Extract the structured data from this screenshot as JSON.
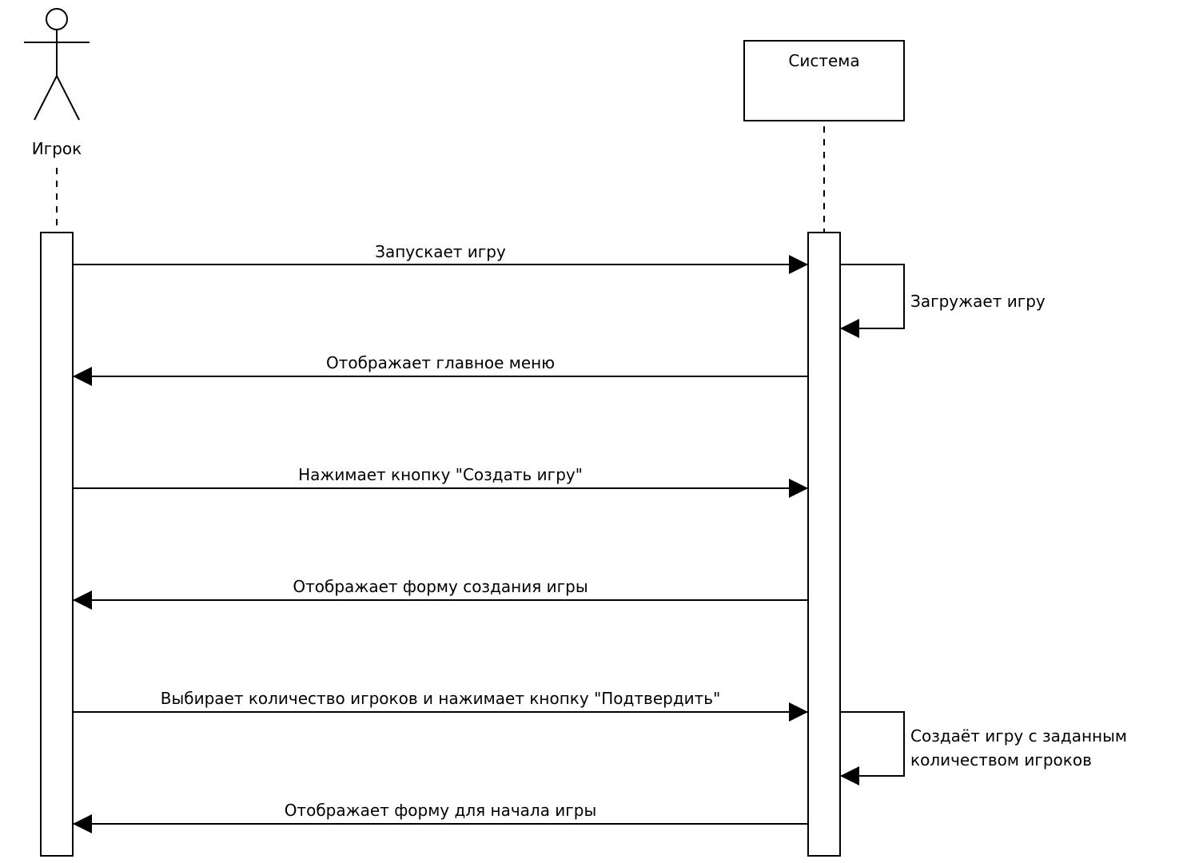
{
  "participants": {
    "actor": {
      "name": "Игрок"
    },
    "system": {
      "name": "Система"
    }
  },
  "messages": [
    {
      "id": "m1",
      "text": "Запускает игру",
      "from": "actor",
      "to": "system"
    },
    {
      "id": "m2",
      "text": "Загружает игру",
      "from": "system",
      "to": "system"
    },
    {
      "id": "m3",
      "text": "Отображает главное меню",
      "from": "system",
      "to": "actor"
    },
    {
      "id": "m4",
      "text": "Нажимает кнопку \"Создать игру\"",
      "from": "actor",
      "to": "system"
    },
    {
      "id": "m5",
      "text": "Отображает форму создания игры",
      "from": "system",
      "to": "actor"
    },
    {
      "id": "m6",
      "text": "Выбирает количество игроков и нажимает кнопку \"Подтвердить\"",
      "from": "actor",
      "to": "system"
    },
    {
      "id": "m7",
      "lines": [
        "Создаёт игру с заданным",
        "количеством игроков"
      ],
      "from": "system",
      "to": "system"
    },
    {
      "id": "m8",
      "text": "Отображает форму для начала игры",
      "from": "system",
      "to": "actor"
    }
  ]
}
